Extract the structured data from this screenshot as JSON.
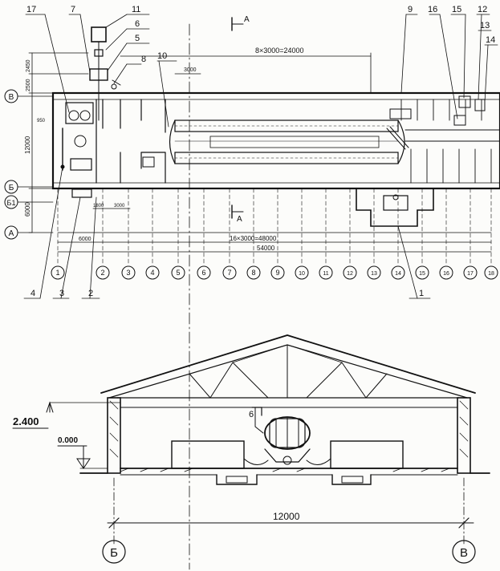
{
  "plan": {
    "callouts": [
      "17",
      "7",
      "11",
      "6",
      "5",
      "8",
      "10",
      "9",
      "16",
      "15",
      "12",
      "13",
      "14",
      "4",
      "3",
      "2",
      "1"
    ],
    "section_mark": "A",
    "row_axes": [
      "В",
      "Б",
      "Б1",
      "А"
    ],
    "col_axes": [
      "1",
      "2",
      "3",
      "4",
      "5",
      "6",
      "7",
      "8",
      "9",
      "10",
      "11",
      "12",
      "13",
      "14",
      "15",
      "16",
      "17",
      "18"
    ],
    "dim_top_span": "8×3000=24000",
    "dim_3000_top": "3000",
    "dim_left_2450": "2450",
    "dim_left_2500": "2500",
    "dim_left_12000": "12000",
    "dim_left_6000": "6000",
    "dim_950": "950",
    "dim_1800": "1800",
    "dim_3000_low": "3000",
    "dim_6000_low": "6000",
    "dim_bottom_span": "16×3000=48000",
    "dim_total": "54000"
  },
  "section": {
    "level_top": "2.400",
    "level_zero": "0.000",
    "callout": "6",
    "span": "12000",
    "axis_left": "Б",
    "axis_right": "В"
  }
}
